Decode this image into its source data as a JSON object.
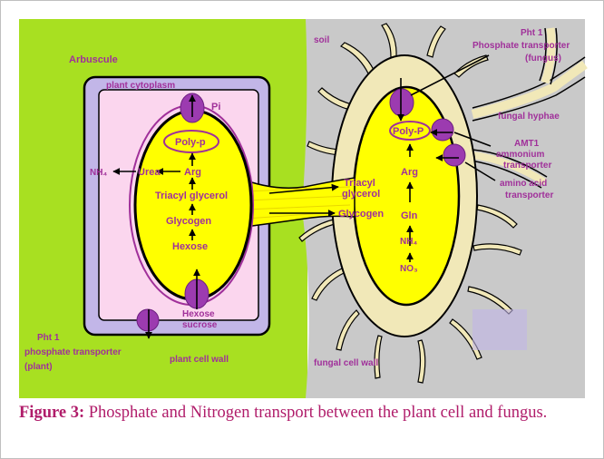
{
  "labels": {
    "arbuscule": "Arbuscule",
    "plant_cytoplasm": "plant cytoplasm",
    "pi": "Pi",
    "polyp_plant": "Poly-p",
    "arg_plant": "Arg",
    "urea": "Urea",
    "nh4_plant": "NH₄",
    "triacyl_plant": "Triacyl glycerol",
    "glycogen_plant": "Glycogen",
    "hexose": "Hexose",
    "hexose_sucrose_1": "Hexose",
    "hexose_sucrose_2": "sucrose",
    "pht1_plant_1": "Pht 1",
    "pht1_plant_2": "phosphate transporter",
    "pht1_plant_3": "(plant)",
    "plant_cell_wall": "plant cell wall",
    "soil": "soil",
    "pht1_fungus_1": "Pht 1",
    "pht1_fungus_2": "Phosphate transporter",
    "pht1_fungus_3": "(fungus)",
    "fungal_hyphae": "fungal hyphae",
    "amt1_1": "AMT1",
    "amt1_2": "ammonium",
    "amt1_3": "transporter",
    "amino_1": "amino acid",
    "amino_2": "transporter",
    "polyp_fungus": "Poly-P",
    "arg_fungus": "Arg",
    "gln": "Gln",
    "nh4_fungus": "NH₄",
    "no3": "NO₃",
    "triacyl_fungus_1": "Triacyl",
    "triacyl_fungus_2": "glycerol",
    "glycogen_fungus": "Glycogen",
    "fungal_cell_wall": "fungal cell wall"
  },
  "caption": {
    "label": "Figure 3:",
    "text": " Phosphate and Nitrogen transport between the plant cell and fungus."
  },
  "colors": {
    "plant_bg": "#a8e021",
    "soil_bg": "#c9c9c9",
    "cell_wall": "#c2b6e8",
    "cytoplasm": "#fbd6ee",
    "fungus_cyto": "#f1e8b8",
    "arbuscule_yellow": "#ffff00",
    "transporter": "#9c3bb0",
    "label": "#a0309a"
  }
}
